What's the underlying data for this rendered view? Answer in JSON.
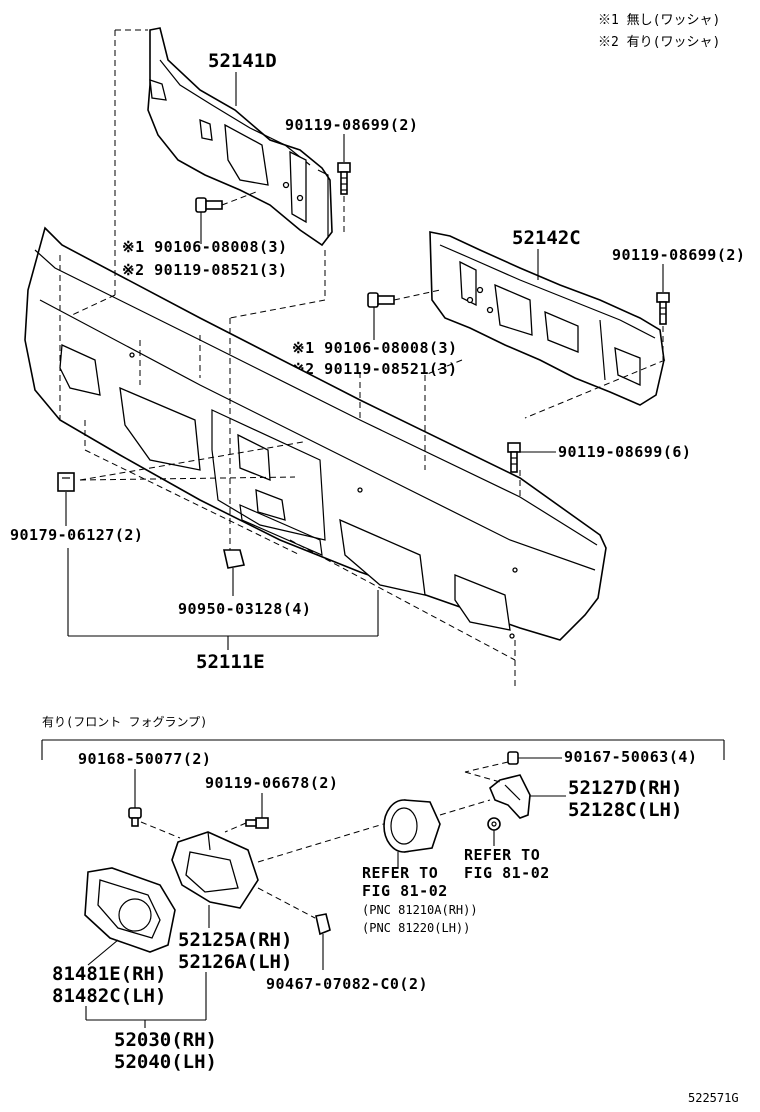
{
  "notes": {
    "note1": "※1 無し(ワッシャ)",
    "note2": "※2 有り(ワッシャ)"
  },
  "labels": {
    "p52141D": "52141D",
    "p90119_08699_2_a": "90119-08699(2)",
    "p90106_08008_a": "※1 90106-08008(3)",
    "p90119_08521_a": "※2 90119-08521(3)",
    "p52142C": "52142C",
    "p90119_08699_2_b": "90119-08699(2)",
    "p90106_08008_b": "※1 90106-08008(3)",
    "p90119_08521_b": "※2 90119-08521(3)",
    "p90119_08699_6": "90119-08699(6)",
    "p90179_06127": "90179-06127(2)",
    "p90950_03128": "90950-03128(4)",
    "p52111E": "52111E",
    "fog_section": "有り(フロント フォグランプ)",
    "p90168_50077": "90168-50077(2)",
    "p90119_06678": "90119-06678(2)",
    "p90167_50063": "90167-50063(4)",
    "p52127D": "52127D(RH)",
    "p52128C": "52128C(LH)",
    "refer1_line1": "REFER TO",
    "refer1_line2": "FIG 81-02",
    "refer1_line3": "(PNC 81210A(RH))",
    "refer1_line4": "(PNC 81220(LH))",
    "refer2_line1": "REFER TO",
    "refer2_line2": "FIG 81-02",
    "p52125A": "52125A(RH)",
    "p52126A": "52126A(LH)",
    "p81481E": "81481E(RH)",
    "p81482C": "81482C(LH)",
    "p90467": "90467-07082-C0(2)",
    "p52030": "52030(RH)",
    "p52040": "52040(LH)",
    "figure_id": "522571G"
  }
}
